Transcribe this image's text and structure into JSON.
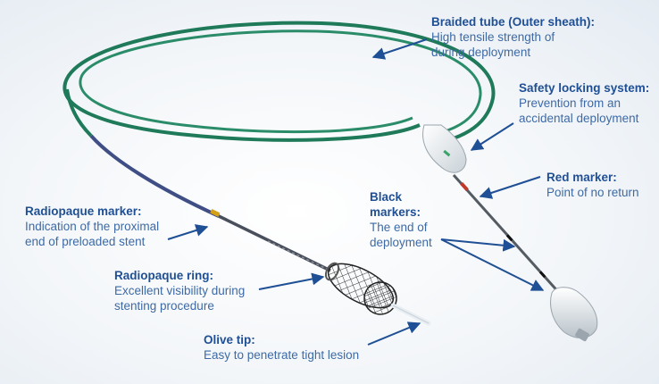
{
  "callouts": {
    "braided_tube": {
      "title": "Braided tube (Outer sheath):",
      "desc": "High tensile strength of during deployment"
    },
    "safety_lock": {
      "title": "Safety locking system:",
      "desc": "Prevention from an accidental deployment"
    },
    "red_marker": {
      "title": "Red marker:",
      "desc": "Point of no return"
    },
    "black_markers": {
      "title": "Black markers:",
      "desc": "The end of deployment"
    },
    "radiopaque_marker": {
      "title": "Radiopaque marker:",
      "desc": "Indication of the proximal end of preloaded stent"
    },
    "radiopaque_ring": {
      "title": "Radiopaque ring:",
      "desc": "Excellent visibility during stenting procedure"
    },
    "olive_tip": {
      "title": "Olive tip:",
      "desc": "Easy to penetrate tight lesion"
    }
  },
  "colors": {
    "sheath_green": "#1f7a5a",
    "label_title": "#1f4f94",
    "label_text": "#3d6aa6",
    "arrow": "#1f4f94"
  }
}
